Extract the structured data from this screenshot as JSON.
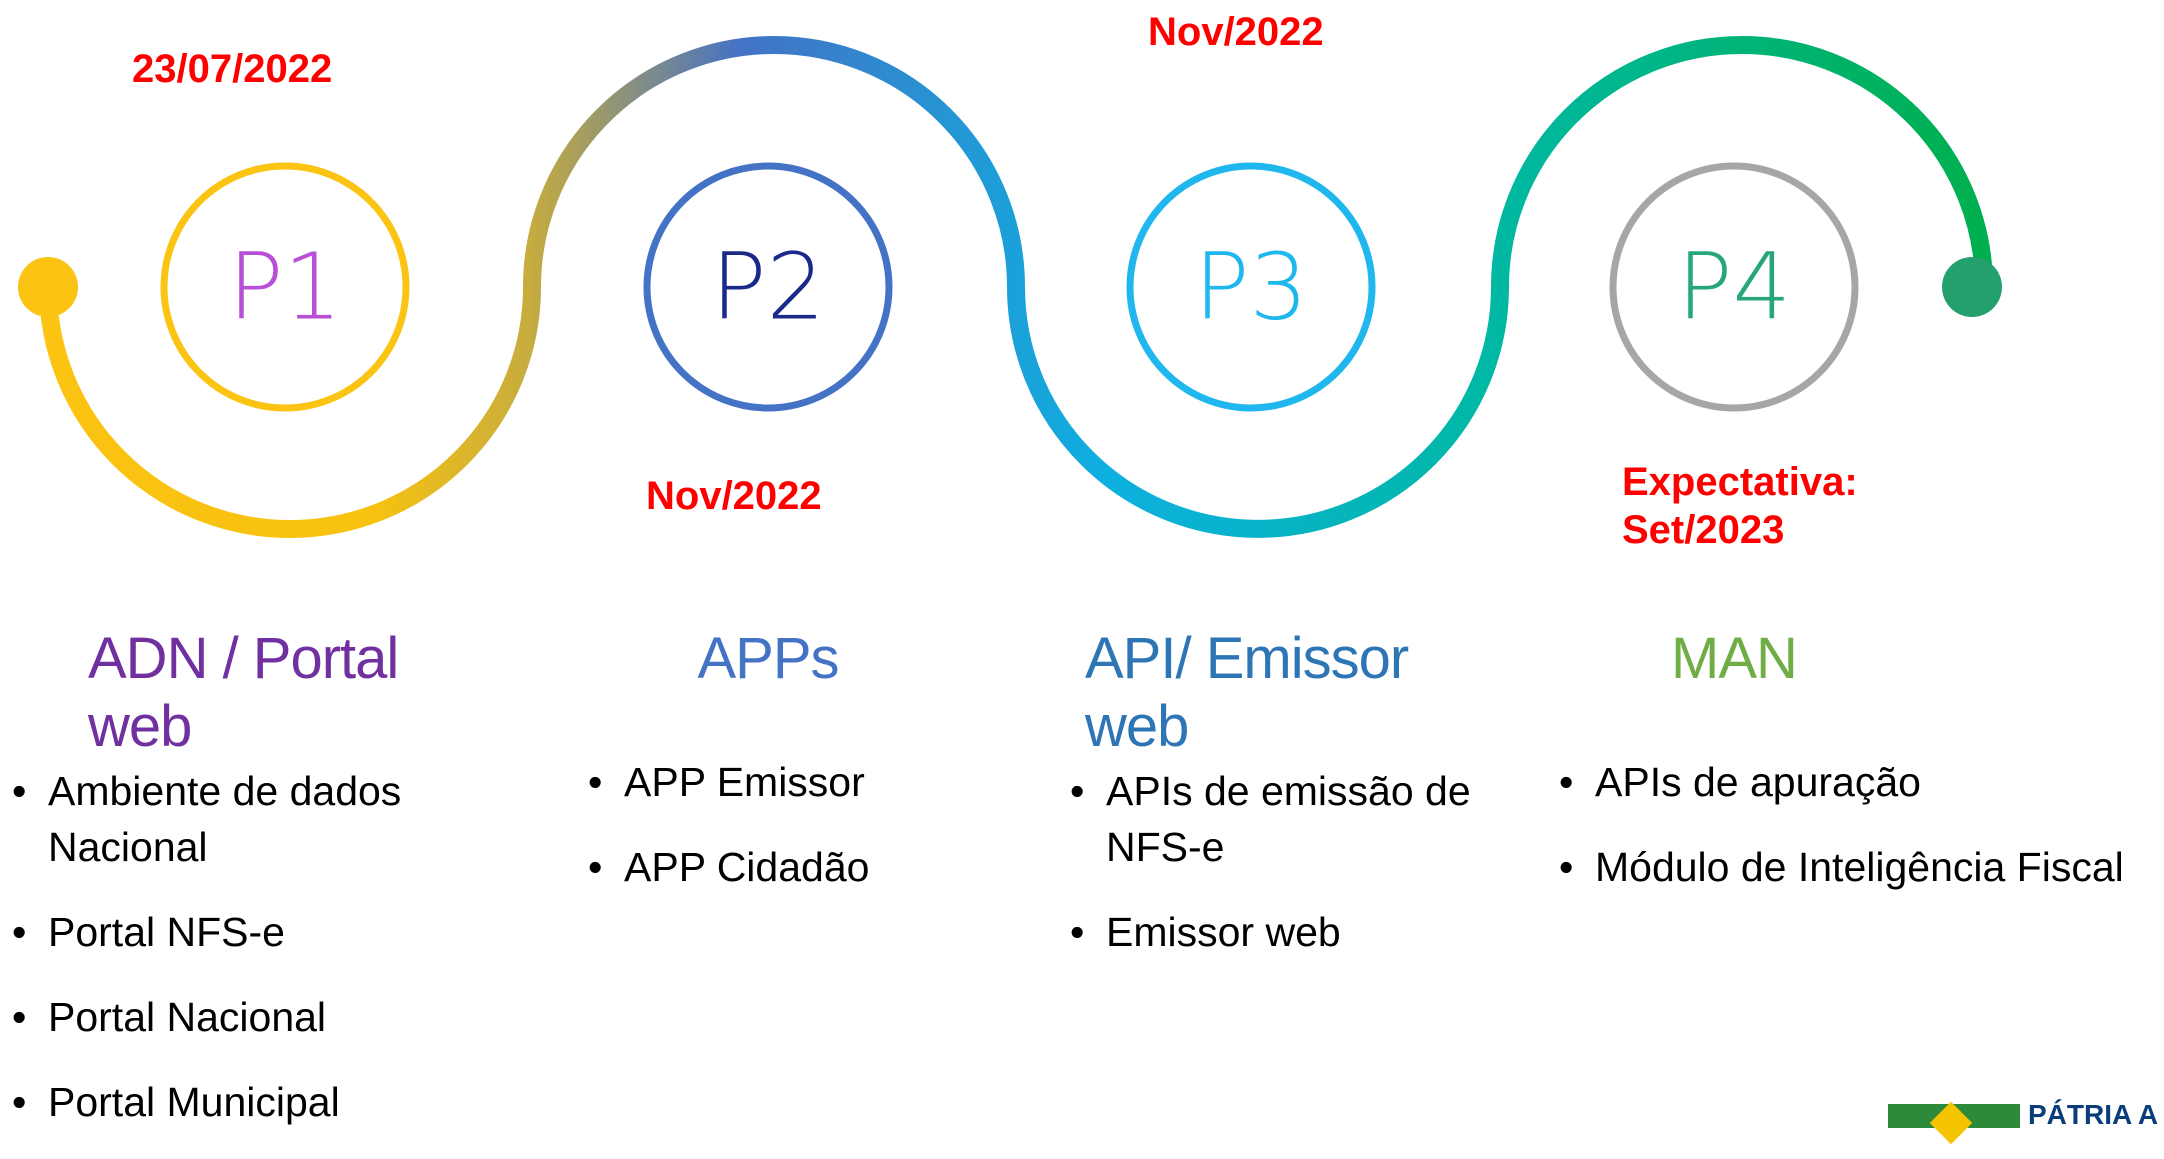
{
  "phases": [
    {
      "code": "P1",
      "date": [
        "23/07/2022"
      ],
      "title": "ADN / Portal web",
      "items": [
        "Ambiente de dados Nacional",
        "Portal NFS-e",
        "Portal Nacional",
        "Portal Municipal"
      ],
      "label_color": "#b84fd6",
      "ring_color": "#fbc312",
      "title_color": "#7030a0"
    },
    {
      "code": "P2",
      "date": [
        "Nov/2022"
      ],
      "title": "APPs",
      "items": [
        "APP Emissor",
        "APP Cidadão"
      ],
      "label_color": "#1a2a8a",
      "ring_color": "#4472c4",
      "title_color": "#4472c4"
    },
    {
      "code": "P3",
      "date": [
        "Nov/2022"
      ],
      "title": "API/ Emissor web",
      "items": [
        "APIs de emissão de NFS-e",
        "Emissor web"
      ],
      "label_color": "#1fb7ee",
      "ring_color": "#1fb7ee",
      "title_color": "#2e75b6"
    },
    {
      "code": "P4",
      "date": [
        "Expectativa:",
        "Set/2023"
      ],
      "title": "MAN",
      "items": [
        "APIs de apuração",
        "Módulo de Inteligência Fiscal"
      ],
      "label_color": "#27a67a",
      "ring_color": "#a6a6a6",
      "title_color": "#70ad47"
    }
  ],
  "footer_logo": {
    "text": "PÁTRIA A"
  },
  "colors": {
    "date": "#ff0000",
    "bullet_text": "#000000",
    "curve_gradient": [
      "#fbc312",
      "#4472c4",
      "#0db0e0",
      "#00b050"
    ],
    "start_dot": "#fbc312",
    "end_dot": "#24a06e"
  }
}
